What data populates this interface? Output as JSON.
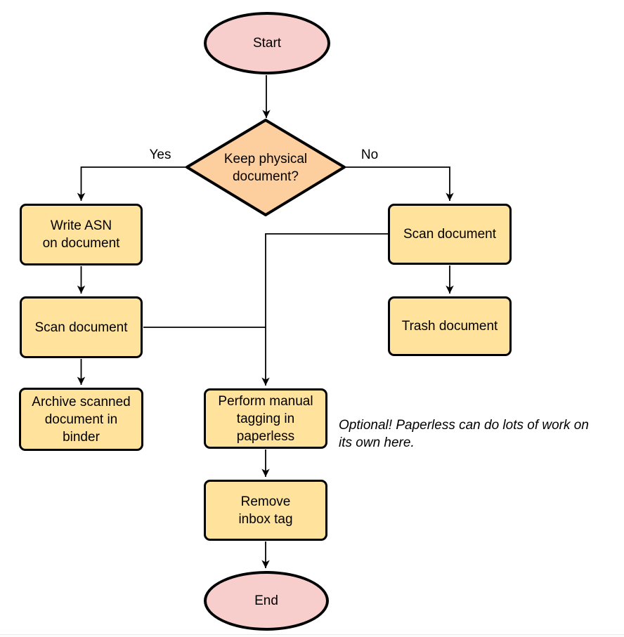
{
  "diagram": {
    "type": "flowchart",
    "colors": {
      "terminal_fill": "#f8cecc",
      "decision_fill": "#fdce9e",
      "process_fill": "#ffe29c",
      "border": "#000000",
      "edge": "#000000",
      "page_border": "#e9e9ef"
    },
    "nodes": {
      "start": {
        "label": "Start"
      },
      "decision_keep_physical": {
        "lines": [
          "Keep physical",
          "document?"
        ]
      },
      "write_asn": {
        "lines": [
          "Write ASN",
          "on document"
        ]
      },
      "scan_document_left": {
        "label": "Scan document"
      },
      "archive_binder": {
        "lines": [
          "Archive scanned",
          "document in",
          "binder"
        ]
      },
      "scan_document_right": {
        "label": "Scan document"
      },
      "trash_document": {
        "label": "Trash document"
      },
      "manual_tagging": {
        "lines": [
          "Perform manual",
          "tagging in",
          "paperless"
        ]
      },
      "remove_inbox_tag": {
        "lines": [
          "Remove",
          "inbox tag"
        ]
      },
      "end": {
        "label": "End"
      }
    },
    "edge_labels": {
      "yes": "Yes",
      "no": "No"
    },
    "annotation": {
      "lines": [
        "Optional! Paperless can do lots of work on",
        "its own here."
      ]
    }
  }
}
